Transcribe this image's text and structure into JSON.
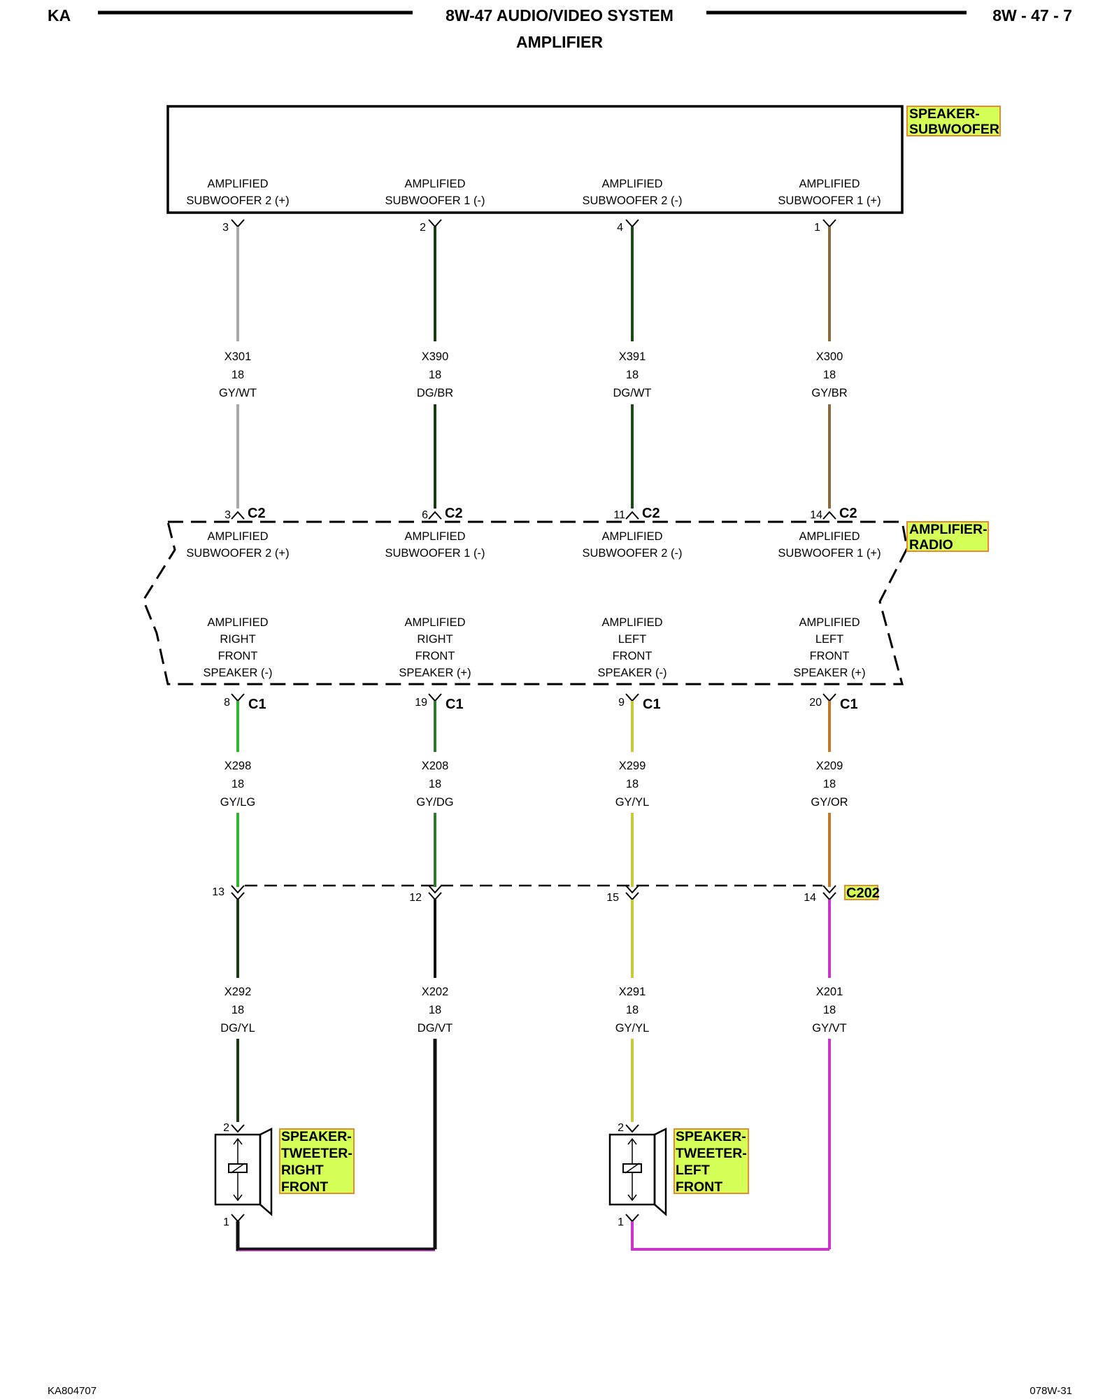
{
  "header": {
    "left": "KA",
    "title": "8W-47 AUDIO/VIDEO SYSTEM",
    "subtitle": "AMPLIFIER",
    "page": "8W - 47 - 7"
  },
  "components": {
    "subwoofer": "SPEAKER- SUBWOOFER",
    "subwoofer_lines": [
      "SPEAKER-",
      "SUBWOOFER"
    ],
    "amplifier": "AMPLIFIER- RADIO",
    "amplifier_lines": [
      "AMPLIFIER-",
      "RADIO"
    ],
    "tweeter_right": "SPEAKER- TWEETER- RIGHT FRONT",
    "tweeter_right_lines": [
      "SPEAKER-",
      "TWEETER-",
      "RIGHT",
      "FRONT"
    ],
    "tweeter_left": "SPEAKER- TWEETER- LEFT FRONT",
    "tweeter_left_lines": [
      "SPEAKER-",
      "TWEETER-",
      "LEFT",
      "FRONT"
    ],
    "highlight_color": "#d4ff57",
    "highlight_border": "#e98a2c"
  },
  "subwoofer_pins": [
    {
      "pin": "3",
      "label": [
        "AMPLIFIED",
        "SUBWOOFER 2 (+)"
      ]
    },
    {
      "pin": "2",
      "label": [
        "AMPLIFIED",
        "SUBWOOFER 1 (-)"
      ]
    },
    {
      "pin": "4",
      "label": [
        "AMPLIFIED",
        "SUBWOOFER 2 (-)"
      ]
    },
    {
      "pin": "1",
      "label": [
        "AMPLIFIED",
        "SUBWOOFER 1 (+)"
      ]
    }
  ],
  "upper_wires": [
    {
      "circuit": "X301",
      "gauge": "18",
      "color": "GY/WT",
      "stroke": "#a9a9a9"
    },
    {
      "circuit": "X390",
      "gauge": "18",
      "color": "DG/BR",
      "stroke": "#1b3b12"
    },
    {
      "circuit": "X391",
      "gauge": "18",
      "color": "DG/WT",
      "stroke": "#1e4a1a"
    },
    {
      "circuit": "X300",
      "gauge": "18",
      "color": "GY/BR",
      "stroke": "#8a6a40"
    }
  ],
  "amp_c2_pins": [
    {
      "pin": "3",
      "connector": "C2",
      "label": [
        "AMPLIFIED",
        "SUBWOOFER 2 (+)"
      ]
    },
    {
      "pin": "6",
      "connector": "C2",
      "label": [
        "AMPLIFIED",
        "SUBWOOFER 1 (-)"
      ]
    },
    {
      "pin": "11",
      "connector": "C2",
      "label": [
        "AMPLIFIED",
        "SUBWOOFER 2 (-)"
      ]
    },
    {
      "pin": "14",
      "connector": "C2",
      "label": [
        "AMPLIFIED",
        "SUBWOOFER 1 (+)"
      ]
    }
  ],
  "amp_c1_pins": [
    {
      "pin": "8",
      "connector": "C1",
      "label": [
        "AMPLIFIED",
        "RIGHT",
        "FRONT",
        "SPEAKER (-)"
      ]
    },
    {
      "pin": "19",
      "connector": "C1",
      "label": [
        "AMPLIFIED",
        "RIGHT",
        "FRONT",
        "SPEAKER (+)"
      ]
    },
    {
      "pin": "9",
      "connector": "C1",
      "label": [
        "AMPLIFIED",
        "LEFT",
        "FRONT",
        "SPEAKER (-)"
      ]
    },
    {
      "pin": "20",
      "connector": "C1",
      "label": [
        "AMPLIFIED",
        "LEFT",
        "FRONT",
        "SPEAKER (+)"
      ]
    }
  ],
  "middle_wires": [
    {
      "circuit": "X298",
      "gauge": "18",
      "color": "GY/LG",
      "stroke": "#2fb52f"
    },
    {
      "circuit": "X208",
      "gauge": "18",
      "color": "GY/DG",
      "stroke": "#2f7a2f"
    },
    {
      "circuit": "X299",
      "gauge": "18",
      "color": "GY/YL",
      "stroke": "#c8c83a"
    },
    {
      "circuit": "X209",
      "gauge": "18",
      "color": "GY/OR",
      "stroke": "#c07a2a"
    }
  ],
  "c202": {
    "connector": "C202",
    "pins": [
      "13",
      "12",
      "15",
      "14"
    ]
  },
  "lower_wires": [
    {
      "circuit": "X292",
      "gauge": "18",
      "color": "DG/YL",
      "stroke": "#1b3b12"
    },
    {
      "circuit": "X202",
      "gauge": "18",
      "color": "DG/VT",
      "stroke": "#111111"
    },
    {
      "circuit": "X291",
      "gauge": "18",
      "color": "GY/YL",
      "stroke": "#c8c83a"
    },
    {
      "circuit": "X201",
      "gauge": "18",
      "color": "GY/VT",
      "stroke": "#cc33cc"
    }
  ],
  "tweeter_pins": {
    "top": "2",
    "bottom": "1"
  },
  "footer": {
    "left": "KA804707",
    "right": "078W-31"
  }
}
